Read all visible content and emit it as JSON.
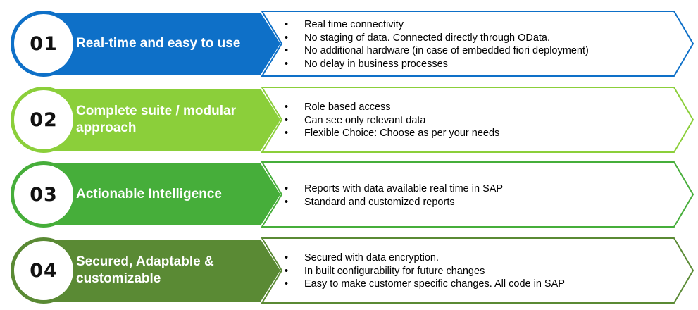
{
  "colors": {
    "blue": "#0e70c8",
    "light_green": "#8bcf3a",
    "mid_green": "#46ae3a",
    "dark_green": "#5a8a34"
  },
  "items": [
    {
      "number": "01",
      "title": "Real-time and easy to use",
      "bullets": [
        "Real time connectivity",
        "No staging of data. Connected directly through OData.",
        "No additional hardware (in case of embedded fiori deployment)",
        "No delay in business processes"
      ]
    },
    {
      "number": "02",
      "title": "Complete suite / modular approach",
      "bullets": [
        "Role based access",
        "Can see only relevant data",
        "Flexible Choice: Choose as per your needs"
      ]
    },
    {
      "number": "03",
      "title": "Actionable Intelligence",
      "bullets": [
        "Reports with data available real time in SAP",
        "Standard and customized reports"
      ]
    },
    {
      "number": "04",
      "title": "Secured, Adaptable & customizable",
      "bullets": [
        "Secured with data encryption.",
        "In built configurability for future changes",
        "Easy to make customer specific changes. All code in SAP"
      ]
    }
  ]
}
